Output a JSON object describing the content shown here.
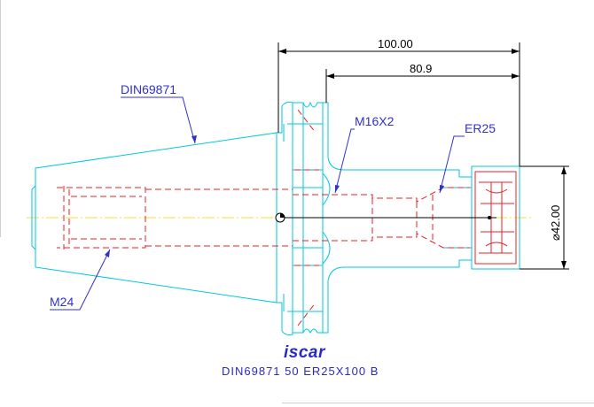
{
  "drawing": {
    "title": "DIN69871 50 ER25X100 B",
    "logo_text": "iscar",
    "dimensions": {
      "overall_length": "100.00",
      "gauge_length": "80.9",
      "diameter": "⌀42.00"
    },
    "callouts": {
      "taper_standard": "DIN69871",
      "thread_rear": "M24",
      "thread_front": "M16X2",
      "collet_type": "ER25"
    },
    "colors": {
      "outline": "#00c8e0",
      "hidden": "#e8202a",
      "dimension": "#000000",
      "callout": "#3030d0",
      "centerline": "#f0e040"
    }
  }
}
